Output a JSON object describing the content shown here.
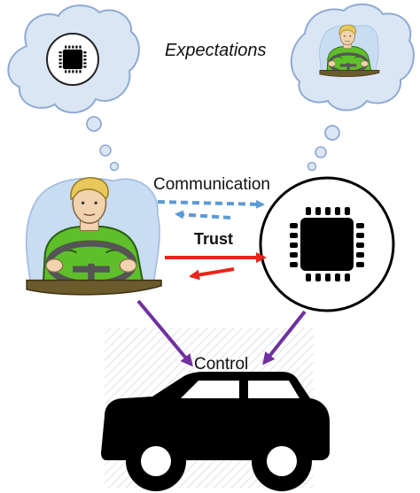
{
  "labels": {
    "expectations": "Expectations",
    "communication": "Communication",
    "trust": "Trust",
    "control": "Control"
  },
  "icons": [
    "chip-icon",
    "driver-icon",
    "car-icon",
    "thought-cloud-icon"
  ],
  "colors": {
    "communication_arrow": "#5b9bd5",
    "trust_arrow": "#e8261b",
    "control_arrow": "#7030a0",
    "cloud_fill": "#dbe6f4",
    "cloud_stroke": "#8faad4",
    "driver_shirt": "#5fbf2a",
    "driver_skin": "#f2d3b0",
    "driver_hair": "#e8c85c",
    "ground": "#6b5a2b",
    "chip": "#000000"
  }
}
